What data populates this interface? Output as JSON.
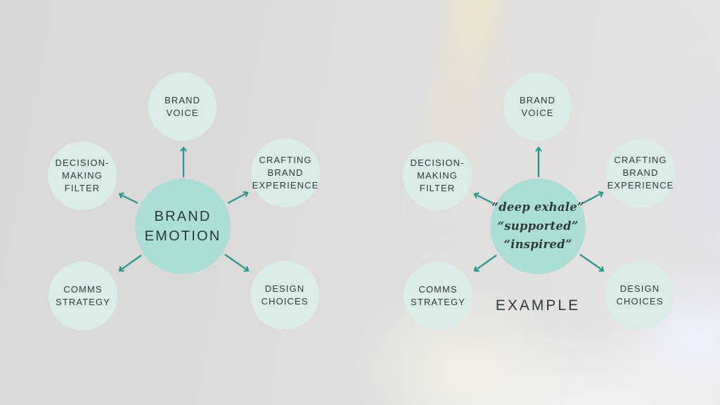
{
  "palette": {
    "center_circle_fill": "#abdfd5",
    "satellite_circle_fill": "#d9ece8",
    "arrow_color": "#24998a",
    "label_text_color": "#2e3a3a",
    "background_base": "#dcdbda"
  },
  "diagram_left": {
    "center": {
      "line1": "BRAND",
      "line2": "EMOTION"
    },
    "satellites": {
      "brand_voice": {
        "line1": "BRAND",
        "line2": "VOICE"
      },
      "decision_making_filter": {
        "line1": "DECISION-",
        "line2": "MAKING",
        "line3": "FILTER"
      },
      "crafting_brand_experience": {
        "line1": "CRAFTING",
        "line2": "BRAND",
        "line3": "EXPERIENCE"
      },
      "comms_strategy": {
        "line1": "COMMS",
        "line2": "STRATEGY"
      },
      "design_choices": {
        "line1": "DESIGN",
        "line2": "CHOICES"
      }
    }
  },
  "diagram_right": {
    "center": {
      "line1": "“deep exhale”",
      "line2": "“supported”",
      "line3": "“inspired”"
    },
    "example_label": "EXAMPLE",
    "satellites": {
      "brand_voice": {
        "line1": "BRAND",
        "line2": "VOICE"
      },
      "decision_making_filter": {
        "line1": "DECISION-",
        "line2": "MAKING",
        "line3": "FILTER"
      },
      "crafting_brand_experience": {
        "line1": "CRAFTING",
        "line2": "BRAND",
        "line3": "EXPERIENCE"
      },
      "comms_strategy": {
        "line1": "COMMS",
        "line2": "STRATEGY"
      },
      "design_choices": {
        "line1": "DESIGN",
        "line2": "CHOICES"
      }
    }
  }
}
